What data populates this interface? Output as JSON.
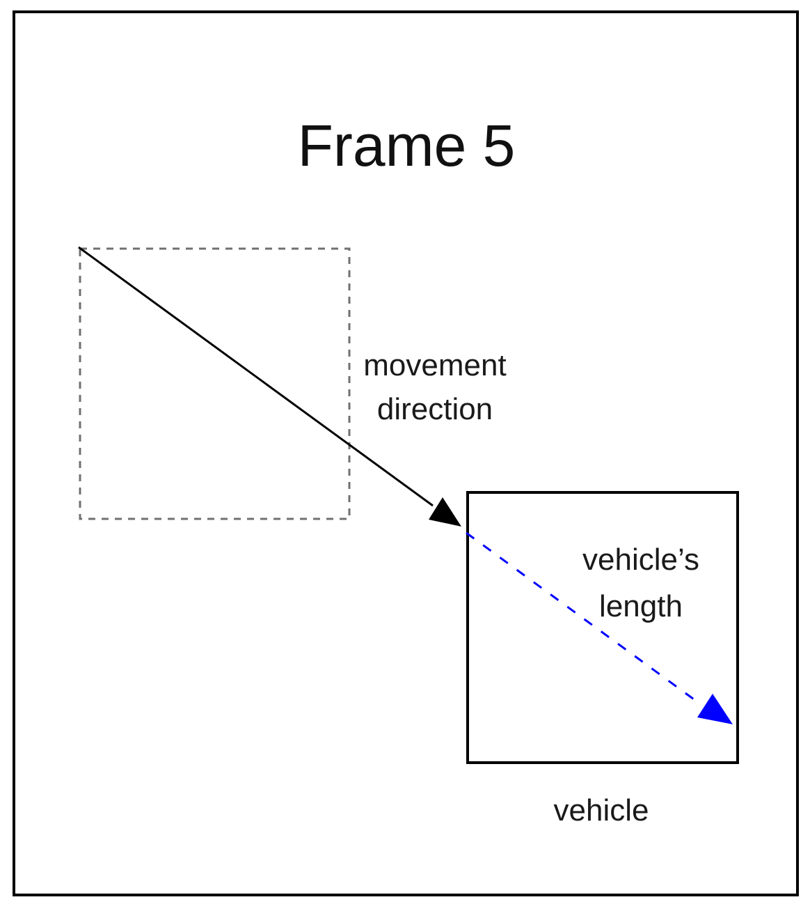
{
  "title": "Frame 5",
  "labels": {
    "movement_line1": "movement",
    "movement_line2": "direction",
    "length_line1": "vehicle’s",
    "length_line2": "length",
    "vehicle": "vehicle"
  },
  "colors": {
    "frame_border": "#000000",
    "previous_position_box": "#707070",
    "movement_arrow": "#000000",
    "length_arrow": "#0000ff",
    "text": "#111111",
    "background": "#ffffff"
  }
}
